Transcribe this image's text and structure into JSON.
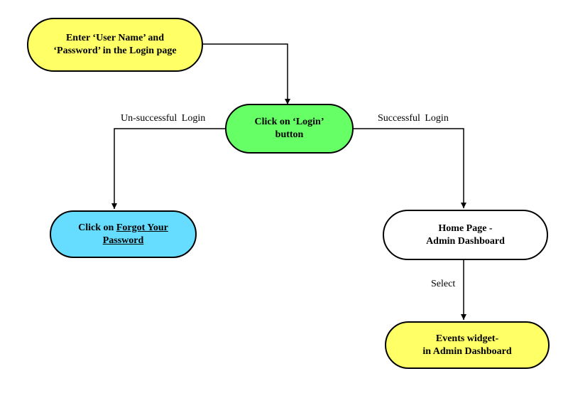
{
  "colors": {
    "yellow": "#ffff66",
    "green": "#66ff66",
    "cyan": "#66ddff",
    "white": "#ffffff",
    "line": "#000000"
  },
  "nodes": {
    "login_entry": {
      "line1": "Enter ‘User Name’ and",
      "line2": "‘Password’ in the Login page"
    },
    "click_login": {
      "line1": "Click on ‘Login’",
      "line2": "button"
    },
    "forgot_password": {
      "prefix": "Click on ",
      "link1": "Forgot Your",
      "link2": "Password"
    },
    "home_page": {
      "line1": "Home Page -",
      "line2": "Admin Dashboard"
    },
    "events_widget": {
      "line1": "Events widget-",
      "line2": "in Admin Dashboard"
    }
  },
  "edges": {
    "unsuccessful": "Un-successful  Login",
    "successful": "Successful  Login",
    "select": "Select"
  }
}
